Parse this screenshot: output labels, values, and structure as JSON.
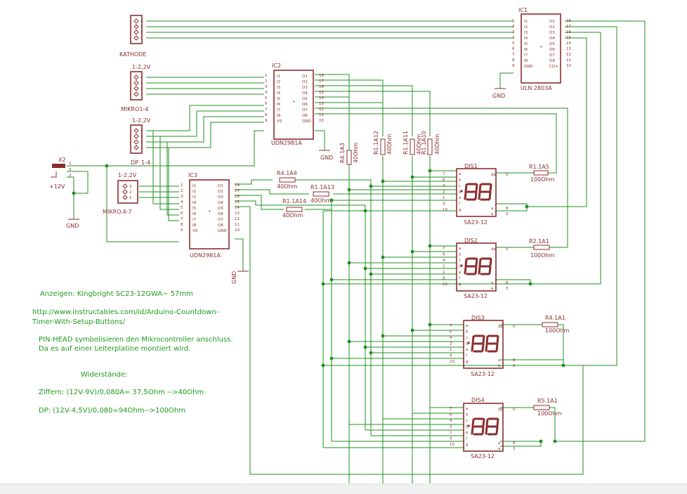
{
  "colors": {
    "wire": "#1f8f1f",
    "part": "#8b2e2e",
    "note": "#1f9a1f",
    "background": "#ffffff"
  },
  "parts": {
    "kathode": {
      "name": "KATHODE",
      "pins": [
        "4",
        "3",
        "2",
        "1"
      ]
    },
    "mikro14": {
      "name": "MIKRO1-4",
      "value": "1-2,2V",
      "pins": [
        "4",
        "3",
        "2",
        "1"
      ]
    },
    "dp14": {
      "name": "DP_1-4",
      "value": "1-2,2V",
      "pins": [
        "4",
        "3",
        "2",
        "1"
      ]
    },
    "mikro47": {
      "name": "MIKRO.4-7",
      "value": "1-2,2V",
      "pins": [
        "3",
        "2",
        "1"
      ]
    },
    "x2": {
      "name": "X2",
      "value": "+12V",
      "pins": [
        "1",
        "3",
        "2"
      ]
    },
    "ic1": {
      "name": "IC1",
      "type": "ULN 2803A",
      "left_labels": [
        "I1",
        "I2",
        "I3",
        "I4",
        "I5",
        "I6",
        "I7",
        "I8",
        "GND"
      ],
      "left_nums": [
        "1",
        "2",
        "3",
        "4",
        "5",
        "6",
        "7",
        "8",
        "9"
      ],
      "right_labels": [
        "O1",
        "O2",
        "O3",
        "O4",
        "O5",
        "O6",
        "O7",
        "O8",
        "CD+"
      ],
      "right_nums": [
        "18",
        "17",
        "16",
        "15",
        "14",
        "13",
        "12",
        "11",
        "10"
      ]
    },
    "ic2": {
      "name": "IC2",
      "type": "UDN2981A",
      "left_labels": [
        "I1",
        "I2",
        "I3",
        "I4",
        "I5",
        "I6",
        "I7",
        "I8",
        "VS"
      ],
      "left_nums": [
        "1",
        "2",
        "3",
        "4",
        "5",
        "6",
        "7",
        "8",
        "9"
      ],
      "right_labels": [
        "O1",
        "O2",
        "O3",
        "O4",
        "O5",
        "O6",
        "O7",
        "O8",
        "GND"
      ],
      "right_nums": [
        "18",
        "17",
        "16",
        "15",
        "14",
        "13",
        "12",
        "11",
        "10"
      ]
    },
    "ic3": {
      "name": "IC3",
      "type": "UDN2981A",
      "left_labels": [
        "I1",
        "I2",
        "I3",
        "I4",
        "I5",
        "I6",
        "I7",
        "I8",
        "VS"
      ],
      "left_nums": [
        "1",
        "2",
        "3",
        "4",
        "5",
        "6",
        "7",
        "8",
        "9"
      ],
      "right_labels": [
        "O1",
        "O2",
        "O3",
        "O4",
        "O5",
        "O6",
        "O7",
        "O8",
        "GND"
      ],
      "right_nums": [
        "18",
        "17",
        "16",
        "15",
        "14",
        "13",
        "12",
        "11",
        "10"
      ]
    },
    "displays": [
      {
        "name": "DIS1",
        "type": "SA23-12"
      },
      {
        "name": "DIS2",
        "type": "SA23-12"
      },
      {
        "name": "DIS3",
        "type": "SA23-12"
      },
      {
        "name": "DIS4",
        "type": "SA23-12"
      }
    ],
    "display_pins": {
      "left_nums": [
        "7",
        "6",
        "4",
        "2",
        "1",
        "9",
        "10"
      ],
      "left_segs": [
        "a",
        "b",
        "c",
        "d",
        "e",
        "f",
        "g"
      ],
      "right_top_num": "5",
      "right_top_seg": "dp",
      "right_bottom_nums": [
        "8",
        "3"
      ],
      "right_bottom_segs": [
        "a",
        "a"
      ]
    },
    "resistors": {
      "r15": {
        "name": "R1.1A5",
        "value": "100Ohm"
      },
      "r21": {
        "name": "R2.1A1",
        "value": "100Ohm"
      },
      "r41": {
        "name": "R4.1A1",
        "value": "100Ohm"
      },
      "r51": {
        "name": "R5.1A1",
        "value": "100Ohm"
      },
      "r44": {
        "name": "R4.1A4",
        "value": "40Ohm"
      },
      "r113": {
        "name": "R1.1A13",
        "value": "40Ohm"
      },
      "r114": {
        "name": "R1.1A14",
        "value": "40Ohm"
      },
      "r43": {
        "name": "R4.1A3",
        "value": "40Ohm"
      },
      "r112": {
        "name": "R1.1A12",
        "value": "40Ohm"
      },
      "r111": {
        "name": "R1.1A11",
        "value": "40Ohm"
      },
      "r110": {
        "name": "R1.1A10",
        "value": "40Ohm"
      }
    },
    "gnd_label": "GND"
  },
  "notes": {
    "line1": "Anzeigen: Kingbright SC23-12GWA~ 57mm",
    "line2": "http://www.instructables.com/id/Arduino-Countdown-",
    "line3": "Timer-With-Setup-Buttons/",
    "line4": "PIN-HEAD symbolisieren den Mikrocontroller anschluss.",
    "line5": "Da es auf einer Leiterplatine montiert wird.",
    "line6": "Widerstände:",
    "line7": "Ziffern:  (12V-9V)/0,080A= 37,5Ohm -->40Ohm",
    "line8": "DP: (12V-4,5V)/0,080=94Ohm-->100Ohm"
  }
}
